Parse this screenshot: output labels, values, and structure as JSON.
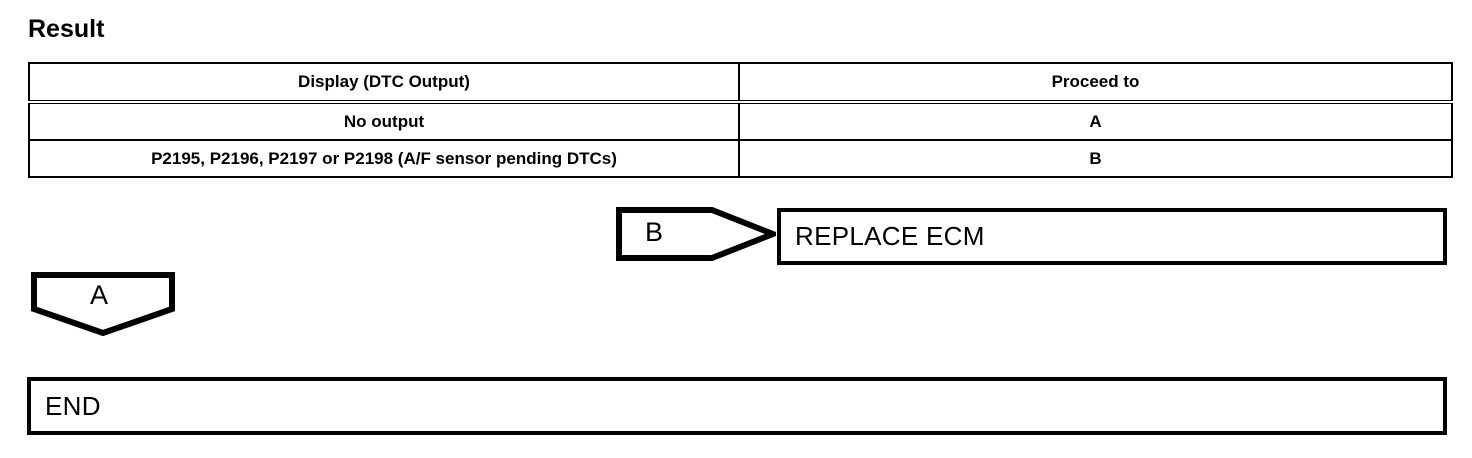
{
  "page": {
    "title": "Result"
  },
  "result_table": {
    "columns": [
      "Display (DTC Output)",
      "Proceed to"
    ],
    "rows": [
      [
        "No output",
        "A"
      ],
      [
        "P2195, P2196, P2197 or P2198 (A/F sensor pending DTCs)",
        "B"
      ]
    ]
  },
  "flow": {
    "connector_b": {
      "label": "B",
      "shape": "pentagon-arrow-right"
    },
    "connector_a": {
      "label": "A",
      "shape": "pentagon-arrow-down"
    },
    "replace_ecm": {
      "label": "REPLACE ECM"
    },
    "end": {
      "label": "END"
    }
  },
  "colors": {
    "ink": "#000000",
    "paper": "#ffffff"
  }
}
